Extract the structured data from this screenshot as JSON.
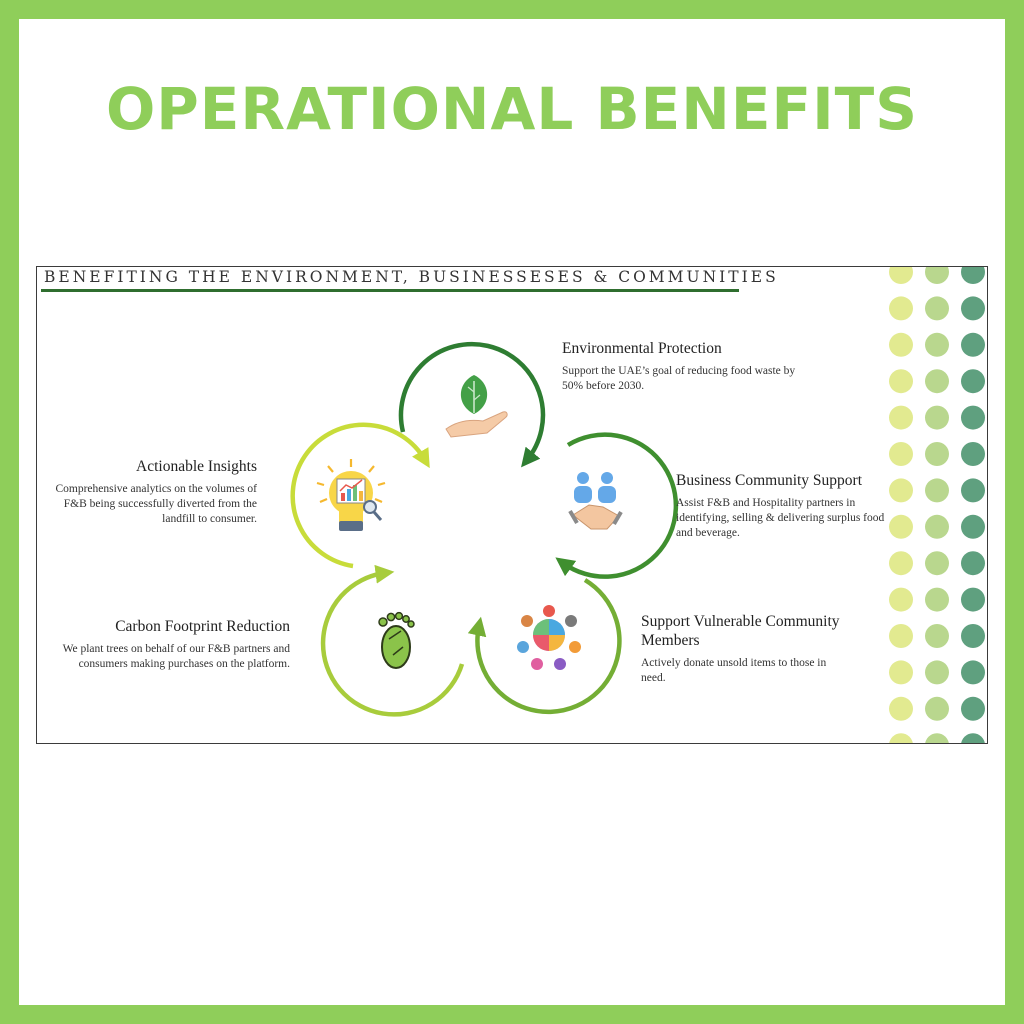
{
  "title": "OPERATIONAL BENEFITS",
  "slide": {
    "heading": "BENEFITING THE ENVIRONMENT, BUSINESSESES & COMMUNITIES",
    "benefits": [
      {
        "title": "Environmental Protection",
        "description": "Support the UAE’s goal of reducing food waste by 50% before 2030.",
        "icon": "leaf-in-hand-icon",
        "color": "#2e7d32"
      },
      {
        "title": "Business Community Support",
        "description": "Assist F&B and Hospitality partners in identifying, selling & delivering surplus food and beverage.",
        "icon": "handshake-icon",
        "color": "#3f8f2f"
      },
      {
        "title": "Support Vulnerable Community Members",
        "description": "Actively donate unsold items to those in need.",
        "icon": "community-circle-icon",
        "color": "#74ae35"
      },
      {
        "title": "Carbon Footprint Reduction",
        "description": "We plant trees on behalf of our F&B partners and consumers making purchases on the platform.",
        "icon": "footprint-icon",
        "color": "#a8cc3c"
      },
      {
        "title": "Actionable Insights",
        "description": "Comprehensive analytics on the volumes of F&B being successfully diverted from the landfill to consumer.",
        "icon": "lightbulb-chart-icon",
        "color": "#c8dc3a"
      }
    ],
    "dot_colors": [
      "#e2ea90",
      "#b9d78e",
      "#5fa07f"
    ],
    "brand_color": "#8fce5a"
  }
}
